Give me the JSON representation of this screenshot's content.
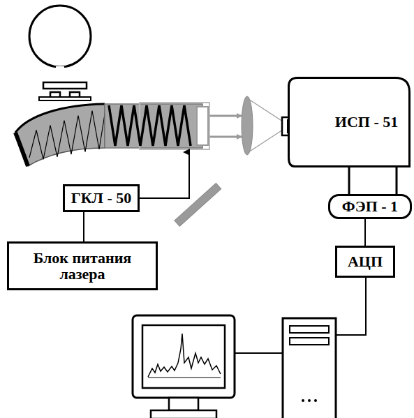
{
  "diagram": {
    "nodes": [
      {
        "text": [
          "ГКЛ - 50"
        ]
      },
      {
        "text": [
          "Блок питания лазера"
        ]
      },
      {
        "text": [
          "ИСП - 51"
        ]
      },
      {
        "text": [
          "ФЭП - 1"
        ]
      },
      {
        "text": [
          "АЦП"
        ]
      }
    ],
    "edges": [
      {
        "from": 1,
        "to": 0,
        "arrow": "none"
      },
      {
        "from": 2,
        "to": 3,
        "arrow": "none"
      },
      {
        "from": 3,
        "to": 4,
        "arrow": "none"
      }
    ]
  }
}
